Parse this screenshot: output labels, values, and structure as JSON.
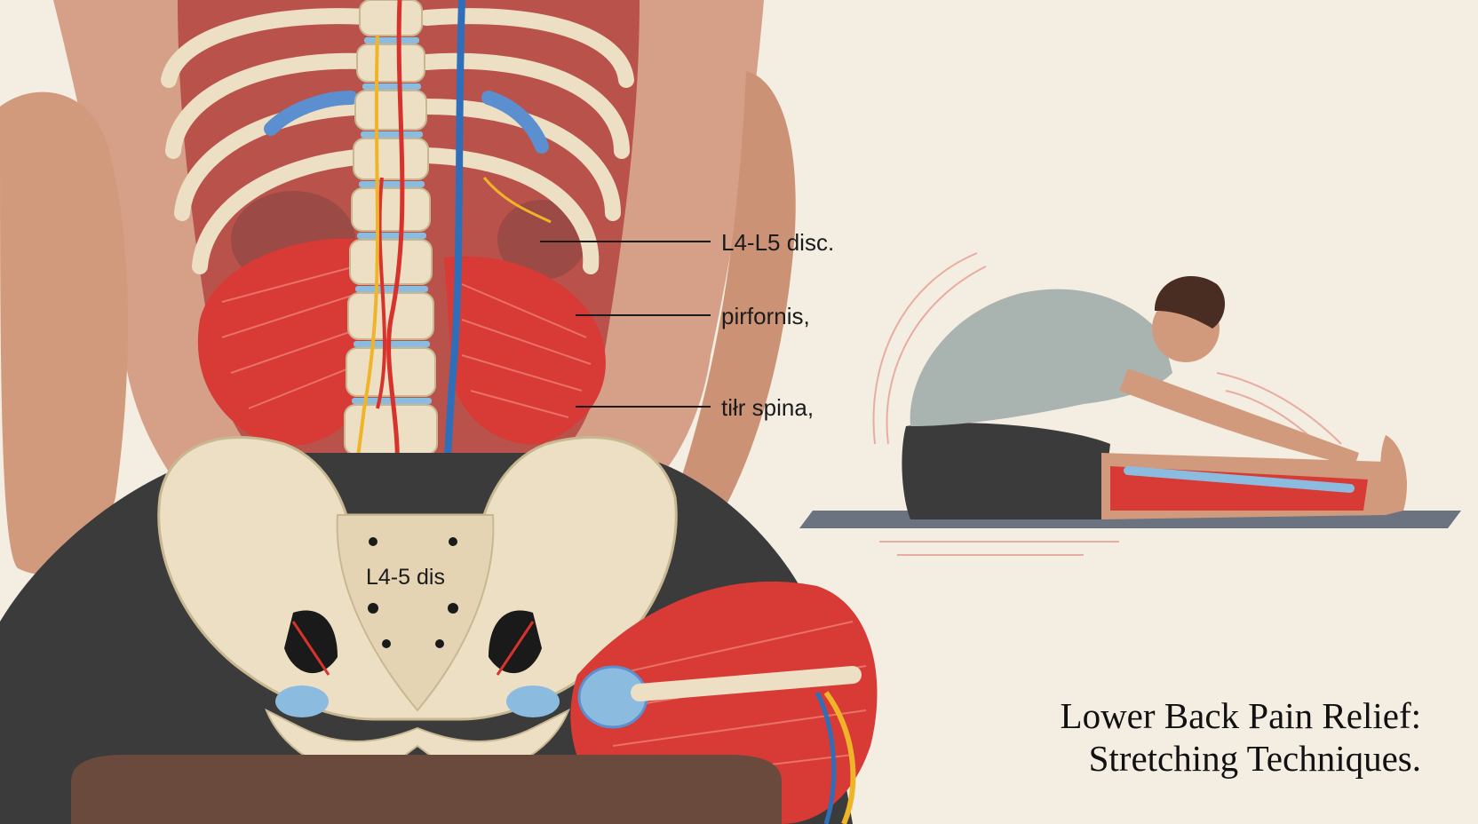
{
  "labels": {
    "l4l5_disc": "L4-L5 disc.",
    "piriformis": "pirfornis,",
    "erector_spinae": "tiłr spina,",
    "sacrum_label": "L4-5 dis"
  },
  "title": {
    "line1": "Lower Back Pain Relief:",
    "line2": "Stretching Techniques."
  },
  "colors": {
    "background": "#f3ede2",
    "bone": "#ecdfc4",
    "muscle": "#d83a35",
    "nerve": "#f0b428",
    "vein": "#2f6fb9",
    "cartilage": "#8cbbe0",
    "shorts": "#3b3b3b",
    "shirt": "#a9b3b0",
    "mat": "#6b7280",
    "skin": "#d29a7c"
  }
}
